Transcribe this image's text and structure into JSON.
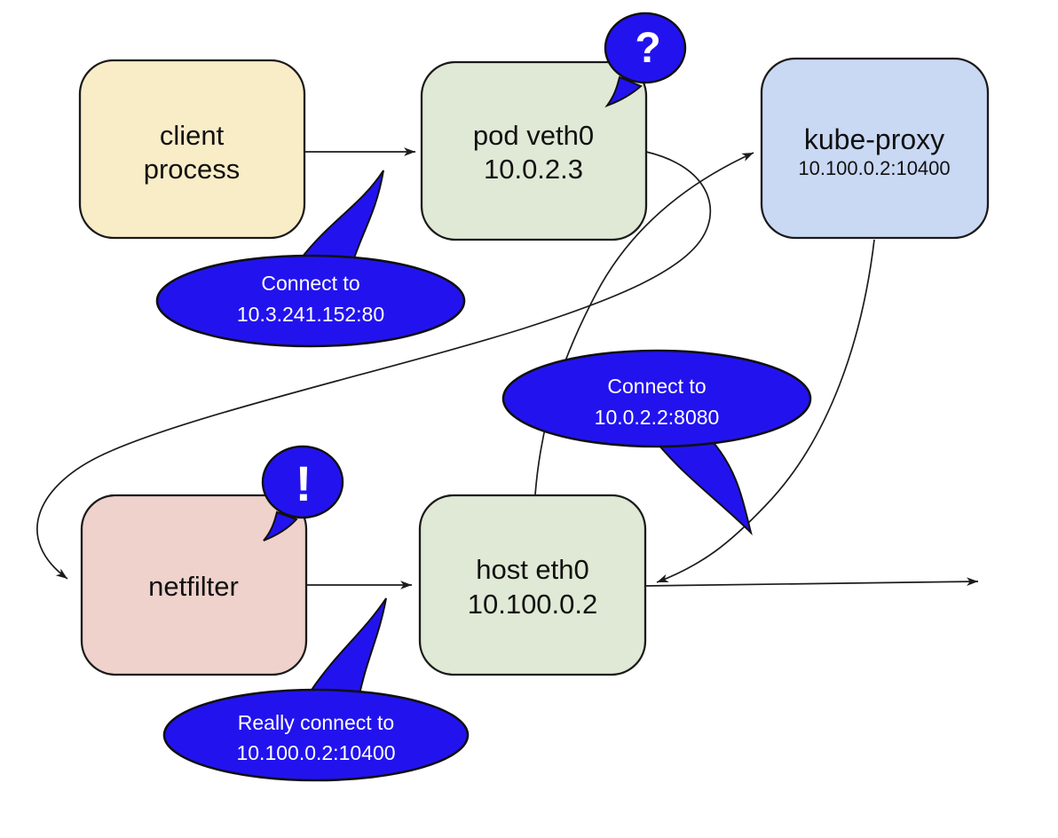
{
  "nodes": {
    "client_process": {
      "line1": "client",
      "line2": "process"
    },
    "pod_veth0": {
      "line1": "pod veth0",
      "line2": "10.0.2.3"
    },
    "kube_proxy": {
      "line1": "kube-proxy",
      "line2": "10.100.0.2:10400"
    },
    "netfilter": {
      "line1": "netfilter"
    },
    "host_eth0": {
      "line1": "host eth0",
      "line2": "10.100.0.2"
    }
  },
  "callouts": {
    "connect_service": {
      "line1": "Connect to",
      "line2": "10.3.241.152:80"
    },
    "connect_pod": {
      "line1": "Connect to",
      "line2": "10.0.2.2:8080"
    },
    "really_connect": {
      "line1": "Really connect to",
      "line2": "10.100.0.2:10400"
    }
  },
  "badges": {
    "question": "?",
    "exclamation": "!"
  },
  "colors": {
    "client_fill": "#f9edc8",
    "pod_fill": "#dfe9d5",
    "kube_proxy_fill": "#c9d8f3",
    "netfilter_fill": "#eed2cb",
    "host_fill": "#dfe9d5",
    "callout_fill": "#2213ee",
    "callout_text": "#ffffff",
    "node_text": "#111111",
    "line_stroke": "#1c1c1c",
    "background": "#ffffff"
  }
}
